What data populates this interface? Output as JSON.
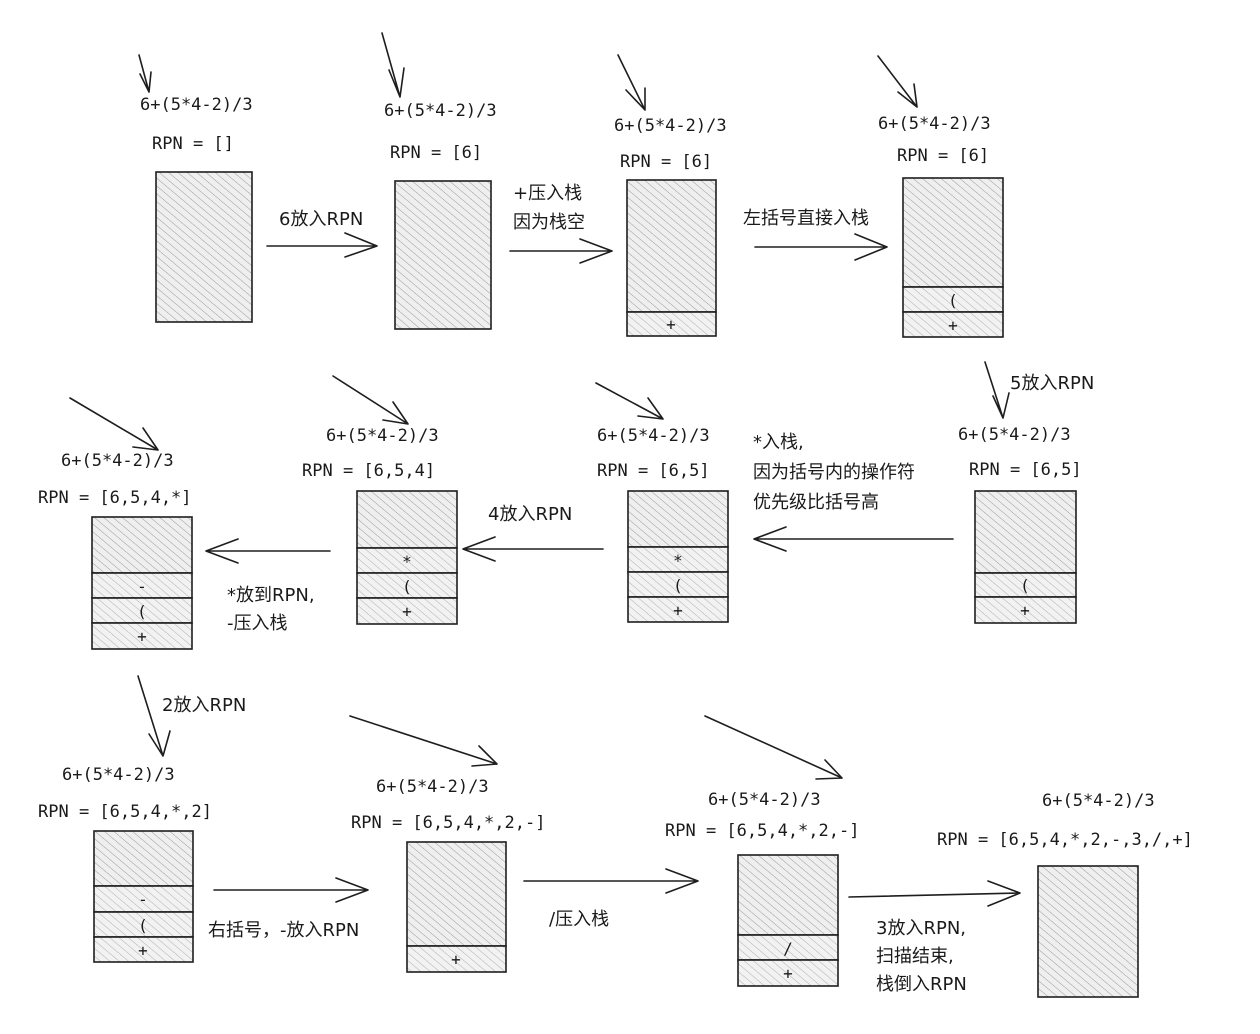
{
  "expression": "6+(5*4-2)/3",
  "steps": [
    {
      "id": 1,
      "rpn": "RPN = []",
      "stack": []
    },
    {
      "id": 2,
      "rpn": "RPN = [6]",
      "stack": []
    },
    {
      "id": 3,
      "rpn": "RPN = [6]",
      "stack": [
        "+"
      ]
    },
    {
      "id": 4,
      "rpn": "RPN = [6]",
      "stack": [
        "(",
        "+"
      ]
    },
    {
      "id": 5,
      "rpn": "RPN = [6,5]",
      "stack": [
        "(",
        "+"
      ]
    },
    {
      "id": 6,
      "rpn": "RPN = [6,5]",
      "stack": [
        "*",
        "(",
        "+"
      ]
    },
    {
      "id": 7,
      "rpn": "RPN = [6,5,4]",
      "stack": [
        "*",
        "(",
        "+"
      ]
    },
    {
      "id": 8,
      "rpn": "RPN = [6,5,4,*]",
      "stack": [
        "-",
        "(",
        "+"
      ]
    },
    {
      "id": 9,
      "rpn": "RPN = [6,5,4,*,2]",
      "stack": [
        "-",
        "(",
        "+"
      ]
    },
    {
      "id": 10,
      "rpn": "RPN = [6,5,4,*,2,-]",
      "stack": [
        "+"
      ]
    },
    {
      "id": 11,
      "rpn": "RPN = [6,5,4,*,2,-]",
      "stack": [
        "/",
        "+"
      ]
    },
    {
      "id": 12,
      "rpn": "RPN = [6,5,4,*,2,-,3,/,+]",
      "stack": []
    }
  ],
  "transitions": [
    {
      "from": 1,
      "to": 2,
      "lines": [
        "6放入RPN"
      ]
    },
    {
      "from": 2,
      "to": 3,
      "lines": [
        "+压入栈",
        "因为栈空"
      ]
    },
    {
      "from": 3,
      "to": 4,
      "lines": [
        "左括号直接入栈"
      ]
    },
    {
      "from": 4,
      "to": 5,
      "lines": [
        "5放入RPN"
      ]
    },
    {
      "from": 5,
      "to": 6,
      "lines": [
        "*入栈,",
        "因为括号内的操作符",
        "优先级比括号高"
      ]
    },
    {
      "from": 6,
      "to": 7,
      "lines": [
        "4放入RPN"
      ]
    },
    {
      "from": 7,
      "to": 8,
      "lines": [
        "*放到RPN,",
        "-压入栈"
      ]
    },
    {
      "from": 8,
      "to": 9,
      "lines": [
        "2放入RPN"
      ]
    },
    {
      "from": 9,
      "to": 10,
      "lines": [
        "右括号，-放入RPN"
      ]
    },
    {
      "from": 10,
      "to": 11,
      "lines": [
        "/压入栈"
      ]
    },
    {
      "from": 11,
      "to": 12,
      "lines": [
        "3放入RPN,",
        "扫描结束,",
        "栈倒入RPN"
      ]
    }
  ],
  "colors": {
    "ink": "#1e1e1e",
    "hatch": "#9a9a9a",
    "fill": "#ededed"
  }
}
